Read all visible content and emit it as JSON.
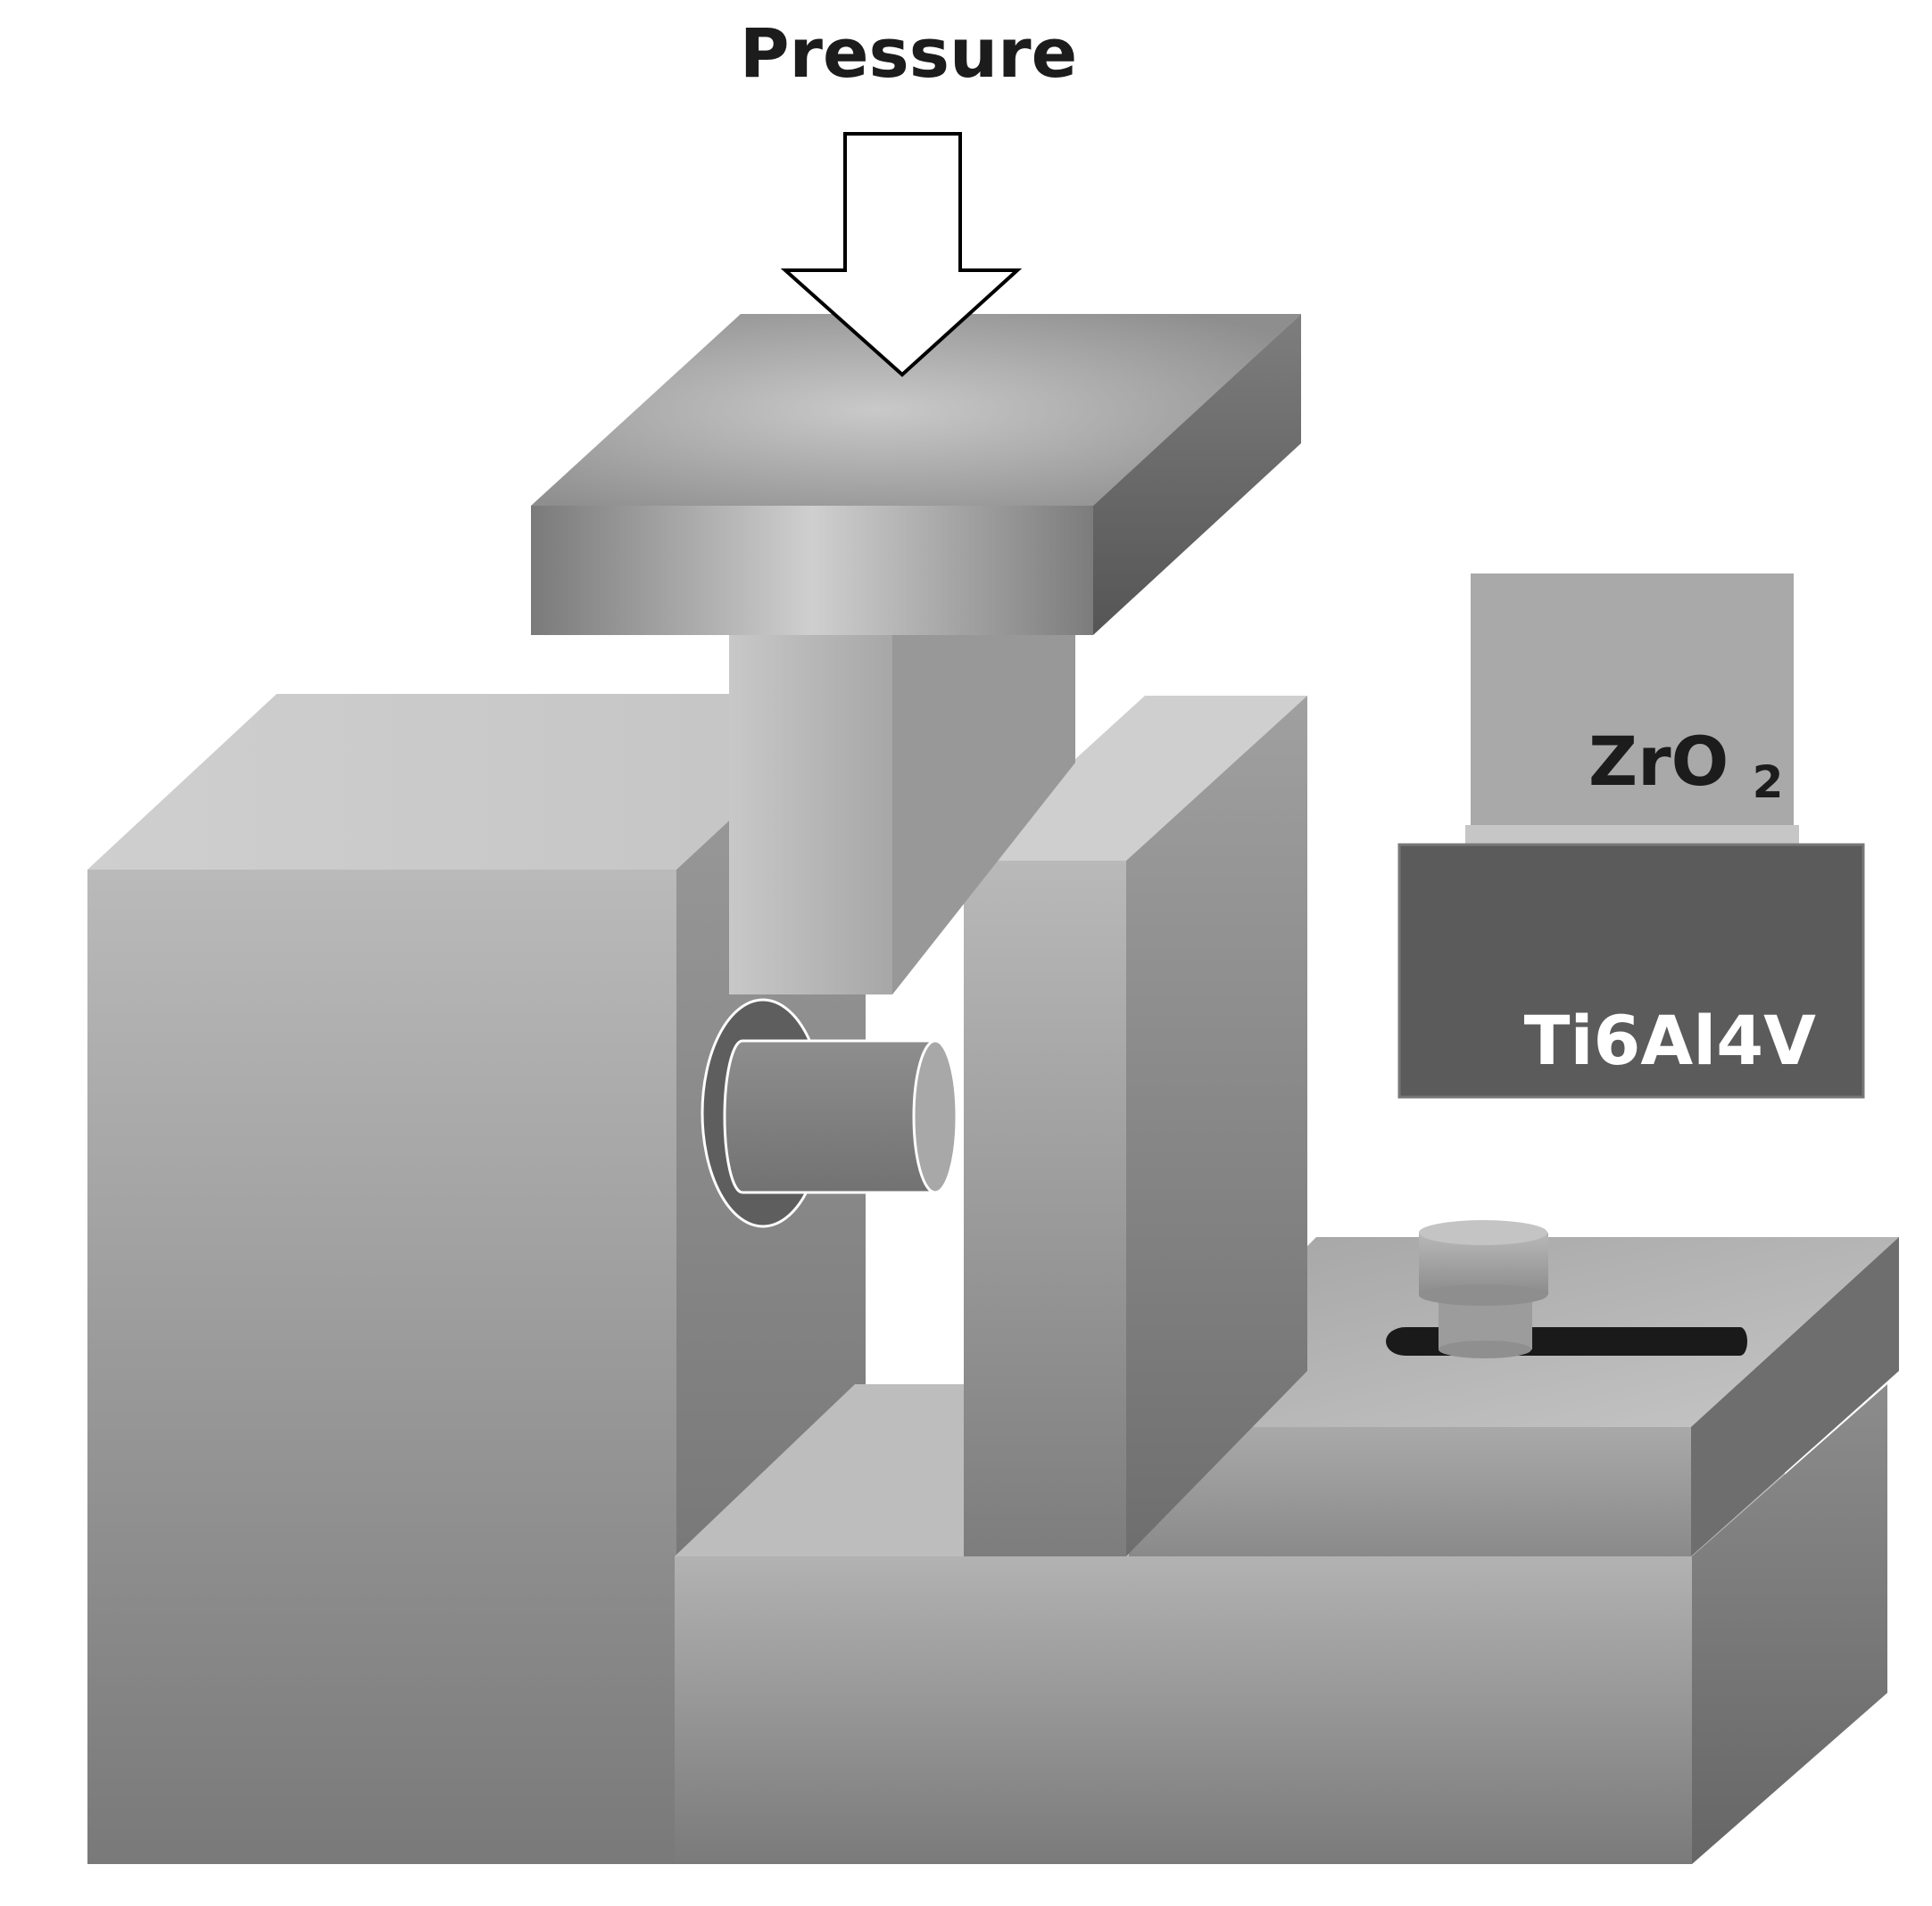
{
  "labels": {
    "pressure": "Pressure",
    "zro2_main": "ZrO",
    "zro2_sub": "2",
    "ti_alloy": "Ti6Al4V"
  },
  "colors": {
    "background": "#ffffff",
    "ti_layer": "#5b5b5b",
    "zro2_block": "#a9a9a9",
    "bond_strip": "#c6c6c6",
    "slot_dark": "#1a1a1a",
    "arrow_fill": "#ffffff",
    "arrow_stroke": "#000000",
    "label_dark": "#1c1c1c",
    "label_light": "#ffffff"
  },
  "icons": {
    "pressure_arrow": "arrow-down-outline-icon"
  }
}
